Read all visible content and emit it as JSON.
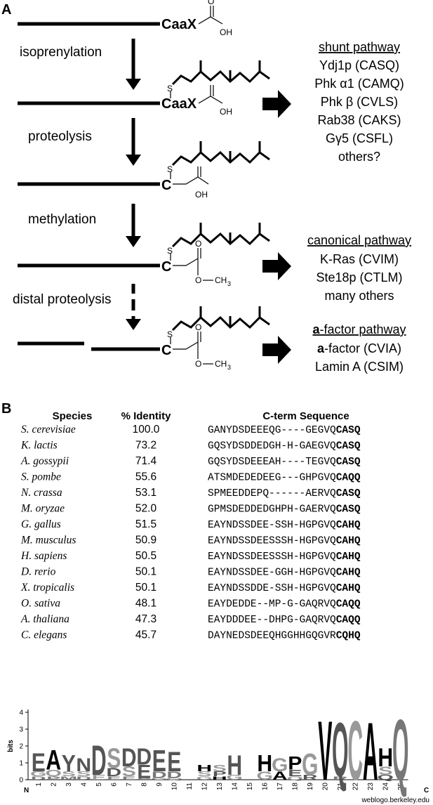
{
  "panel_a": {
    "label": "A",
    "motif_caax": "CaaX",
    "motif_c": "C",
    "oh": "OH",
    "ome_o": "O",
    "ome_ch3": "CH",
    "ome_sub": "3",
    "s_atom": "S",
    "o_atom": "O",
    "steps": [
      "isoprenylation",
      "proteolysis",
      "methylation",
      "distal proteolysis"
    ],
    "pathways": [
      {
        "title": "shunt pathway",
        "items": [
          "Ydj1p (CASQ)",
          "Phk α1 (CAMQ)",
          "Phk β (CVLS)",
          "Rab38 (CAKS)",
          "Gγ5 (CSFL)",
          "others?"
        ]
      },
      {
        "title": "canonical pathway",
        "items": [
          "K-Ras (CVIM)",
          "Ste18p (CTLM)",
          "many others"
        ]
      },
      {
        "title_bold": "a",
        "title_rest": "-factor pathway",
        "items_bold": [
          "a",
          ""
        ],
        "items_rest": [
          "-factor (CVIA)",
          "Lamin A (CSIM)"
        ]
      }
    ]
  },
  "panel_b": {
    "label": "B",
    "headers": {
      "species": "Species",
      "identity": "% Identity",
      "sequence": "C-term Sequence"
    },
    "rows": [
      {
        "species": "S. cerevisiae",
        "identity": "100.0",
        "seq": "GANYDSDEEEQG----GEGVQ",
        "motif": "CASQ"
      },
      {
        "species": "K. lactis",
        "identity": "73.2",
        "seq": "GQSYDSDDEDGH-H-GAEGVQ",
        "motif": "CASQ"
      },
      {
        "species": "A. gossypii",
        "identity": "71.4",
        "seq": "GQSYDSDEEEAH----TEGVQ",
        "motif": "CASQ"
      },
      {
        "species": "S. pombe",
        "identity": "55.6",
        "seq": "ATSMDEDEDEEG---GHPGVQ",
        "motif": "CAQQ"
      },
      {
        "species": "N. crassa",
        "identity": "53.1",
        "seq": "SPMEEDDEPQ------AERVQ",
        "motif": "CASQ"
      },
      {
        "species": "M. oryzae",
        "identity": "52.0",
        "seq": "GPMSDEDDEDGHPH-GAERVQ",
        "motif": "CASQ"
      },
      {
        "species": "G. gallus",
        "identity": "51.5",
        "seq": "EAYNDSSDEE-SSH-HGPGVQ",
        "motif": "CAHQ"
      },
      {
        "species": "M. musculus",
        "identity": "50.9",
        "seq": "EAYNDSSDEESSSH-HGPGVQ",
        "motif": "CAHQ"
      },
      {
        "species": "H. sapiens",
        "identity": "50.5",
        "seq": "EAYNDSSDEESSSH-HGPGVQ",
        "motif": "CAHQ"
      },
      {
        "species": "D. rerio",
        "identity": "50.1",
        "seq": "EAYNDSSDEE-GGH-HGPGVQ",
        "motif": "CAHQ"
      },
      {
        "species": "X. tropicalis",
        "identity": "50.1",
        "seq": "EAYNDSSDDE-SSH-HGPGVQ",
        "motif": "CAHQ"
      },
      {
        "species": "O. sativa",
        "identity": "48.1",
        "seq": "EAYDEDDE--MP-G-GAQRVQ",
        "motif": "CAQQ"
      },
      {
        "species": "A. thaliana",
        "identity": "47.3",
        "seq": "EAYDDDEE--DHPG-GAQRVQ",
        "motif": "CAQQ"
      },
      {
        "species": "C. elegans",
        "identity": "45.7",
        "seq": "DAYNEDSDEEQHGGHHGQGVR",
        "motif": "CQHQ"
      }
    ],
    "logo": {
      "ylabel": "bits",
      "yticks": [
        "0",
        "1",
        "2",
        "3",
        "4"
      ],
      "positions": [
        "1",
        "2",
        "3",
        "4",
        "5",
        "6",
        "7",
        "8",
        "9",
        "10",
        "11",
        "12",
        "13",
        "14",
        "15",
        "16",
        "17",
        "18",
        "19",
        "20",
        "21",
        "22",
        "23",
        "24",
        "25"
      ],
      "n_label": "N",
      "c_label": "C",
      "credit": "weblogo.berkeley.edu",
      "stacks": [
        [
          [
            "E",
            1.1,
            "#555"
          ],
          [
            "G",
            0.3,
            "#999"
          ],
          [
            "D",
            0.2,
            "#777"
          ]
        ],
        [
          [
            "A",
            1.2,
            "#000"
          ],
          [
            "Q",
            0.4,
            "#999"
          ],
          [
            "P",
            0.2,
            "#777"
          ]
        ],
        [
          [
            "Y",
            1.0,
            "#555"
          ],
          [
            "S",
            0.3,
            "#999"
          ],
          [
            "M",
            0.2,
            "#777"
          ]
        ],
        [
          [
            "N",
            0.8,
            "#555"
          ],
          [
            "S",
            0.3,
            "#999"
          ],
          [
            "D",
            0.2,
            "#777"
          ]
        ],
        [
          [
            "D",
            1.8,
            "#555"
          ],
          [
            "E",
            0.3,
            "#999"
          ]
        ],
        [
          [
            "S",
            1.2,
            "#999"
          ],
          [
            "D",
            0.5,
            "#555"
          ],
          [
            "E",
            0.2,
            "#777"
          ]
        ],
        [
          [
            "D",
            1.1,
            "#555"
          ],
          [
            "S",
            0.6,
            "#999"
          ],
          [
            "E",
            0.2,
            "#777"
          ]
        ],
        [
          [
            "D",
            1.0,
            "#555"
          ],
          [
            "E",
            0.8,
            "#555"
          ],
          [
            "P",
            0.1,
            "#777"
          ]
        ],
        [
          [
            "E",
            1.3,
            "#555"
          ],
          [
            "D",
            0.4,
            "#777"
          ],
          [
            "G",
            0.1,
            "#999"
          ]
        ],
        [
          [
            "E",
            1.2,
            "#555"
          ],
          [
            "D",
            0.4,
            "#777"
          ],
          [
            "Q",
            0.1,
            "#999"
          ]
        ],
        [
          [
            "",
            0.1,
            "#999"
          ]
        ],
        [
          [
            "H",
            0.4,
            "#000"
          ],
          [
            "S",
            0.3,
            "#999"
          ],
          [
            "G",
            0.2,
            "#999"
          ]
        ],
        [
          [
            "S",
            0.4,
            "#999"
          ],
          [
            "P",
            0.3,
            "#555"
          ],
          [
            "H",
            0.2,
            "#000"
          ]
        ],
        [
          [
            "H",
            1.2,
            "#555"
          ],
          [
            "G",
            0.3,
            "#999"
          ]
        ],
        [
          [
            "",
            0.05,
            "#999"
          ]
        ],
        [
          [
            "H",
            1.0,
            "#000"
          ],
          [
            "G",
            0.5,
            "#999"
          ]
        ],
        [
          [
            "G",
            0.8,
            "#999"
          ],
          [
            "A",
            0.5,
            "#000"
          ]
        ],
        [
          [
            "P",
            0.8,
            "#000"
          ],
          [
            "E",
            0.4,
            "#555"
          ],
          [
            "Q",
            0.2,
            "#999"
          ]
        ],
        [
          [
            "G",
            1.3,
            "#999"
          ],
          [
            "R",
            0.3,
            "#555"
          ]
        ],
        [
          [
            "V",
            3.6,
            "#000"
          ]
        ],
        [
          [
            "Q",
            3.3,
            "#555"
          ],
          [
            "R",
            0.2,
            "#777"
          ]
        ],
        [
          [
            "C",
            3.6,
            "#999"
          ]
        ],
        [
          [
            "A",
            3.5,
            "#000"
          ]
        ],
        [
          [
            "H",
            1.1,
            "#000"
          ],
          [
            "S",
            0.5,
            "#999"
          ],
          [
            "Q",
            0.3,
            "#555"
          ]
        ],
        [
          [
            "Q",
            3.7,
            "#777"
          ]
        ]
      ]
    }
  }
}
